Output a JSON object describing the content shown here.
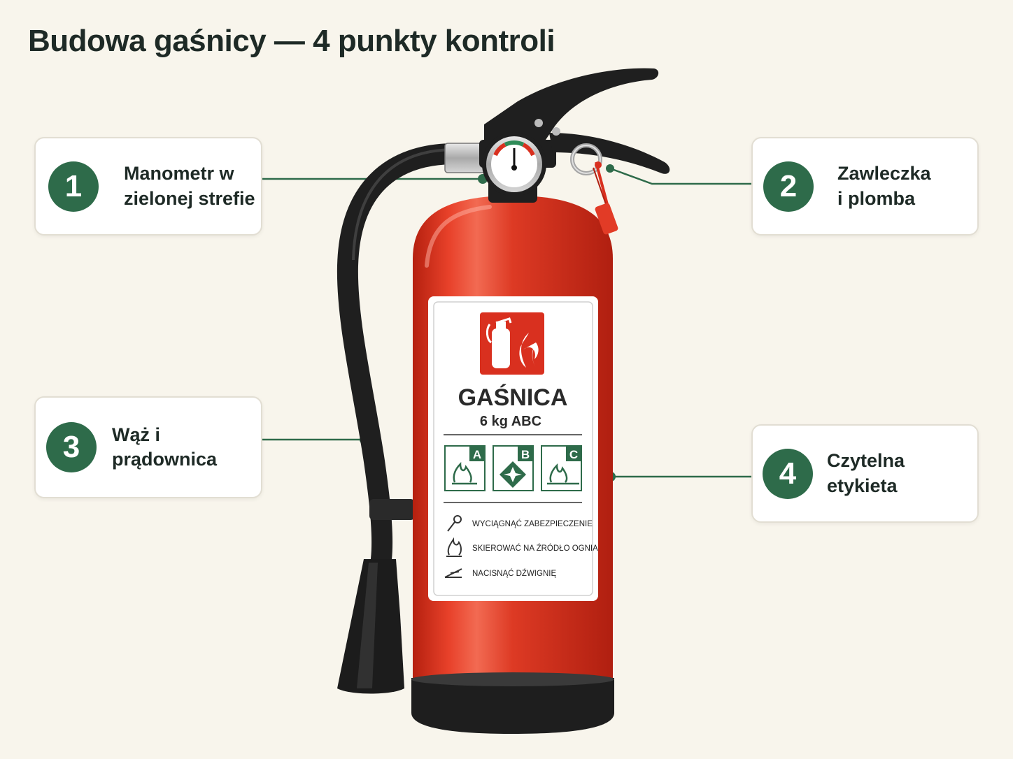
{
  "title": "Budowa gaśnicy — 4 punkty kontroli",
  "colors": {
    "background": "#f8f5ec",
    "accent_green": "#2e6b4a",
    "cylinder_red": "#d9301f",
    "hose_black": "#1f1f1f"
  },
  "callouts": [
    {
      "number": "1",
      "text": "Manometr w\nzielonej strefie"
    },
    {
      "number": "2",
      "text": "Zawleczka\ni plomba"
    },
    {
      "number": "3",
      "text": "Wąż i prądownica"
    },
    {
      "number": "4",
      "text": "Czytelna etykieta"
    }
  ],
  "label": {
    "icon": "fire-extinguisher-sign-icon",
    "heading": "GAŚNICA",
    "subheading": "6 kg ABC",
    "fire_classes": [
      "A",
      "B",
      "C"
    ],
    "instructions": [
      {
        "icon": "pin-pull-icon",
        "text": "WYCIĄGNĄĆ ZABEZPIECZENIE"
      },
      {
        "icon": "flame-aim-icon",
        "text": "SKIEROWAĆ NA ŹRÓDŁO OGNIA"
      },
      {
        "icon": "squeeze-lever-icon",
        "text": "NACISNĄĆ DŹWIGNIĘ"
      }
    ]
  }
}
